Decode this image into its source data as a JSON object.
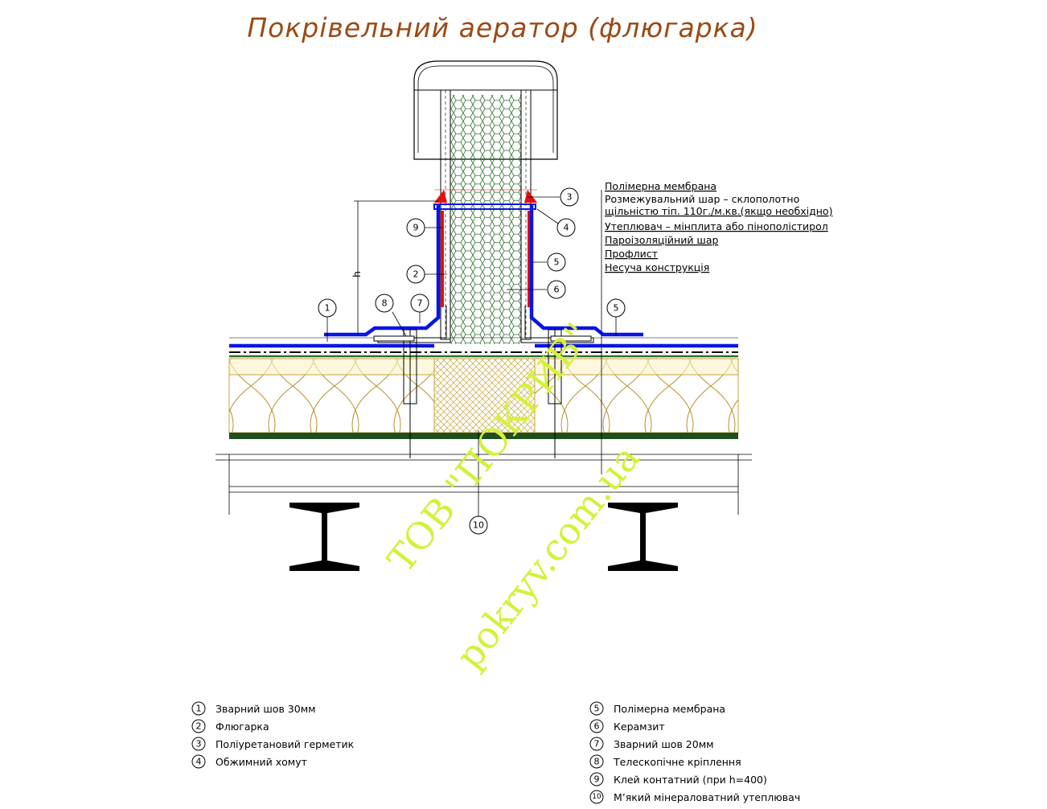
{
  "title": "Покрівельний аератор (флюгарка)",
  "dimension_label": "h",
  "layers": [
    "Полімерна мембрана",
    "Розмежувальний шар – склополотно",
    "щільністю тіп. 110г./м.кв.(якщо необхідно)",
    "Утеплювач – мінплита або пінополістирол",
    "Пароізоляційний шар",
    "Профлист",
    "Несуча конструкція"
  ],
  "callouts": [
    "1",
    "2",
    "3",
    "4",
    "5",
    "6",
    "7",
    "8",
    "9",
    "10",
    "5"
  ],
  "legend_left": [
    {
      "num": "1",
      "text": "Зварний шов 30мм"
    },
    {
      "num": "2",
      "text": "Флюгарка"
    },
    {
      "num": "3",
      "text": "Поліуретановий герметик"
    },
    {
      "num": "4",
      "text": "Обжимний хомут"
    }
  ],
  "legend_right": [
    {
      "num": "5",
      "text": "Полімерна мембрана"
    },
    {
      "num": "6",
      "text": "Керамзит"
    },
    {
      "num": "7",
      "text": "Зварний шов 20мм"
    },
    {
      "num": "8",
      "text": "Телескопічне кріплення"
    },
    {
      "num": "9",
      "text": "Клей контатний (при h=400)"
    },
    {
      "num": "10",
      "text": "М’який мінераловатний утеплювач"
    }
  ],
  "watermark": {
    "line1": "ТОВ \"ПОКРИВ\"",
    "line2": "pokryv.com.ua"
  },
  "colors": {
    "title": "#9a4a16",
    "membrane": "#0a14e6",
    "insulation": "#c8a53c",
    "watermark": "#d6f03a",
    "sealant": "#e01010"
  }
}
